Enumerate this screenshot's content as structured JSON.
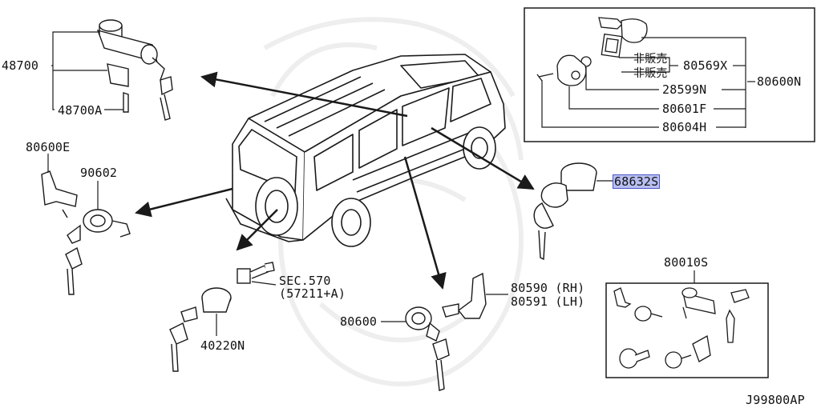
{
  "diagram": {
    "figure_code": "J99800AP",
    "inset": {
      "label_80569X": "80569X",
      "label_80600N": "80600N",
      "label_28599N": "28599N",
      "label_80601F": "80601F",
      "label_80604H": "80604H",
      "note_1": "非販売",
      "note_2": "非販売"
    },
    "parts": {
      "p48700": "48700",
      "p48700A": "48700A",
      "p80600E": "80600E",
      "p90602": "90602",
      "p68632S": "68632S",
      "p80010S": "80010S",
      "p80590": "80590 (RH)",
      "p80591": "80591 (LH)",
      "p80600": "80600",
      "p40220N": "40220N",
      "sec570": "SEC.570",
      "sec570_ref": "(57211+A)"
    },
    "colors": {
      "line": "#1a1a1a",
      "highlight_fill": "#b8bff2",
      "highlight_border": "#4b57c4",
      "watermark": "#ececec"
    }
  }
}
